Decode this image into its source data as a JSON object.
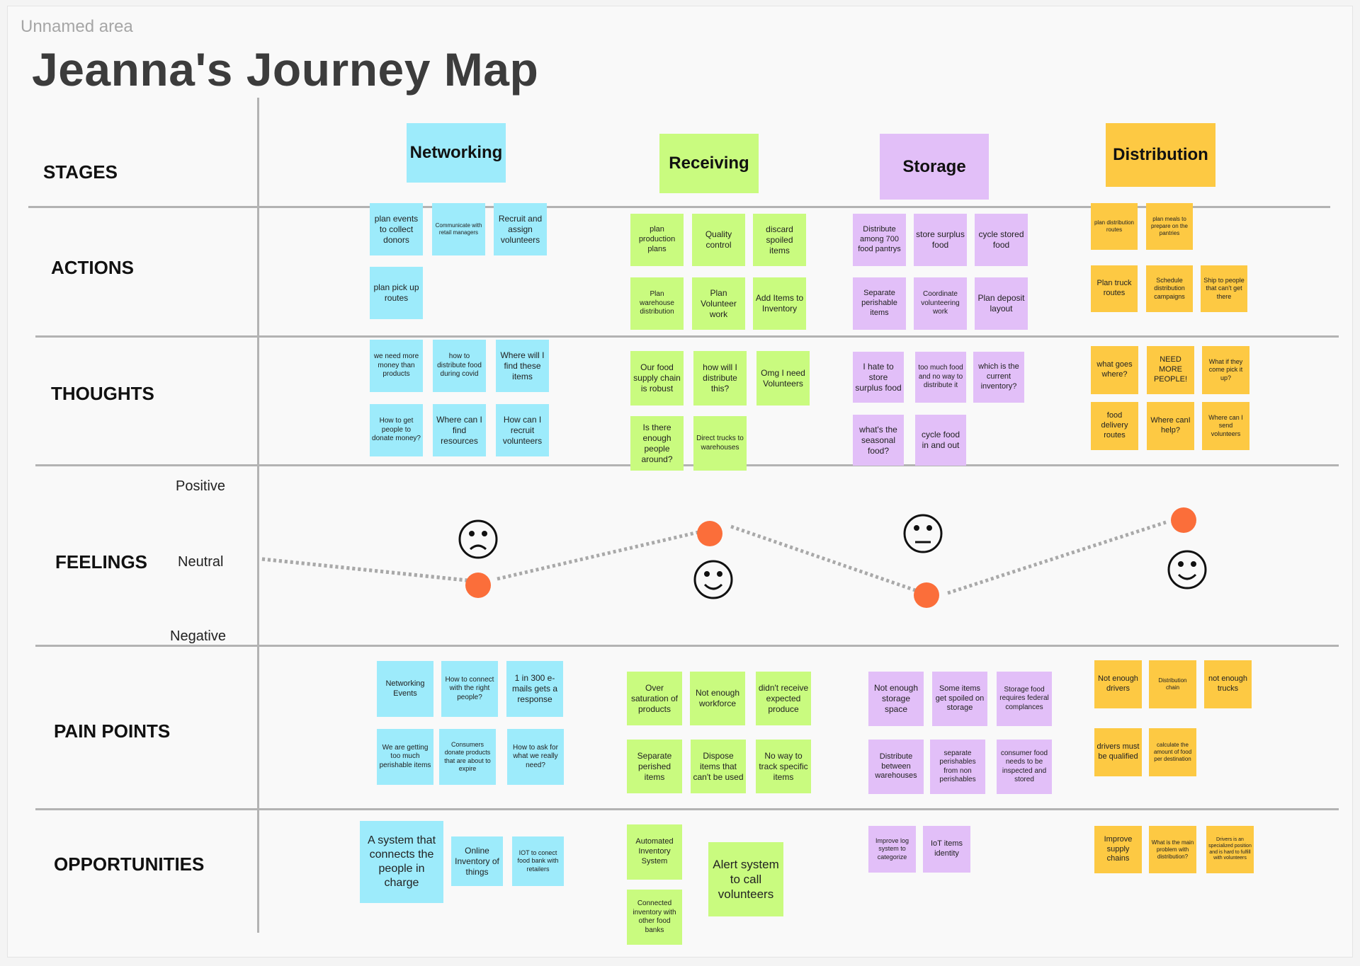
{
  "area_label": "Unnamed area",
  "title": "Jeanna's Journey Map",
  "rows": {
    "stages": "STAGES",
    "actions": "ACTIONS",
    "thoughts": "THOUGHTS",
    "feelings": "FEELINGS",
    "pain_points": "PAIN POINTS",
    "opportunities": "OPPORTUNITIES"
  },
  "feelings_scale": {
    "positive": "Positive",
    "neutral": "Neutral",
    "negative": "Negative"
  },
  "stages": [
    "Networking",
    "Receiving",
    "Storage",
    "Distribution"
  ],
  "colors": {
    "networking": "#9debfb",
    "receiving": "#c9fb7f",
    "storage": "#e2bff8",
    "distribution": "#fdc943",
    "feeling_dot": "#fb6e3a",
    "feeling_line": "#a9a9a9",
    "grid": "#b3b3b3"
  },
  "feelings": {
    "faces": [
      "sad-face-icon",
      "happy-face-icon",
      "neutral-face-icon",
      "happy-face-icon"
    ]
  },
  "notes": {
    "actions": {
      "networking": [
        "plan events to collect donors",
        "Communicate with retail managers",
        "Recruit and assign volunteers",
        "plan pick up routes"
      ],
      "receiving": [
        "plan production plans",
        "Quality control",
        "discard spoiled items",
        "Plan warehouse distribution",
        "Plan Volunteer work",
        "Add Items to Inventory"
      ],
      "storage": [
        "Distribute among 700 food pantrys",
        "store surplus food",
        "cycle stored food",
        "Separate perishable items",
        "Coordinate volunteering work",
        "Plan deposit layout"
      ],
      "distribution": [
        "plan distribution routes",
        "plan meals to prepare on the pantries",
        "Plan truck routes",
        "Schedule distribution campaigns",
        "Ship to people that can't get there"
      ]
    },
    "thoughts": {
      "networking": [
        "we need more money than products",
        "how to distribute food during covid",
        "Where will I find these items",
        "How to get people to donate money?",
        "Where can I find resources",
        "How can I recruit volunteers"
      ],
      "receiving": [
        "Our food supply chain is robust",
        "how will I distribute this?",
        "Omg I need Volunteers",
        "Is there enough people around?",
        "Direct trucks to warehouses"
      ],
      "storage": [
        "I hate to store surplus food",
        "too much food and no way to distribute it",
        "which is the current inventory?",
        "what's the seasonal food?",
        "cycle food in and out"
      ],
      "distribution": [
        "what goes where?",
        "NEED MORE PEOPLE!",
        "What if they come pick it up?",
        "food delivery routes",
        "Where canI help?",
        "Where can I send volunteers"
      ]
    },
    "pain_points": {
      "networking": [
        "Networking Events",
        "How to connect with the right people?",
        "1 in 300 e-mails gets a response",
        "We are getting too much perishable items",
        "Consumers donate products that are about to expire",
        "How to ask for what we really need?"
      ],
      "receiving": [
        "Over saturation of products",
        "Not enough workforce",
        "didn't receive expected produce",
        "Separate perished items",
        "Dispose items that can't be used",
        "No way to track specific items"
      ],
      "storage": [
        "Not enough storage space",
        "Some items get spoiled on storage",
        "Storage food requires federal complances",
        "Distribute between warehouses",
        "separate perishables from non perishables",
        "consumer food needs to be inspected and stored"
      ],
      "distribution": [
        "Not enough drivers",
        "Distribution chain",
        "not enough trucks",
        "drivers must be qualified",
        "calculate the amount of food per destination"
      ]
    },
    "opportunities": {
      "networking": [
        "A system that connects the people in charge",
        "Online Inventory of things",
        "IOT to conect food bank with retailers"
      ],
      "receiving": [
        "Automated Inventory System",
        "Alert system to call volunteers",
        "Connected inventory with other food banks"
      ],
      "storage": [
        "Improve log system to categorize",
        "IoT items identity"
      ],
      "distribution": [
        "Improve supply chains",
        "What is the main problem with distribution?",
        "Drivers is an specialized position and is hard to fulfill with volunteers"
      ]
    }
  }
}
